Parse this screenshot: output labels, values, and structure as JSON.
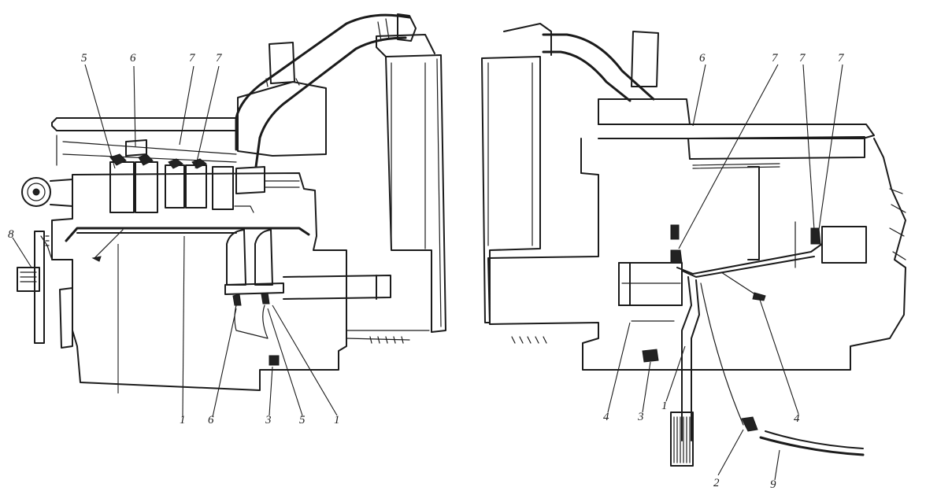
{
  "callouts_left": [
    {
      "id": "l-5a",
      "text": "5"
    },
    {
      "id": "l-6a",
      "text": "6"
    },
    {
      "id": "l-7a",
      "text": "7"
    },
    {
      "id": "l-7b",
      "text": "7"
    },
    {
      "id": "l-8",
      "text": "8"
    },
    {
      "id": "l-1a",
      "text": "1"
    },
    {
      "id": "l-6b",
      "text": "6"
    },
    {
      "id": "l-3",
      "text": "3"
    },
    {
      "id": "l-5b",
      "text": "5"
    },
    {
      "id": "l-1b",
      "text": "1"
    }
  ],
  "callouts_right": [
    {
      "id": "r-6",
      "text": "6"
    },
    {
      "id": "r-7a",
      "text": "7"
    },
    {
      "id": "r-7b",
      "text": "7"
    },
    {
      "id": "r-7c",
      "text": "7"
    },
    {
      "id": "r-4a",
      "text": "4"
    },
    {
      "id": "r-3",
      "text": "3"
    },
    {
      "id": "r-1",
      "text": "1"
    },
    {
      "id": "r-4b",
      "text": "4"
    },
    {
      "id": "r-2",
      "text": "2"
    },
    {
      "id": "r-9",
      "text": "9"
    }
  ]
}
